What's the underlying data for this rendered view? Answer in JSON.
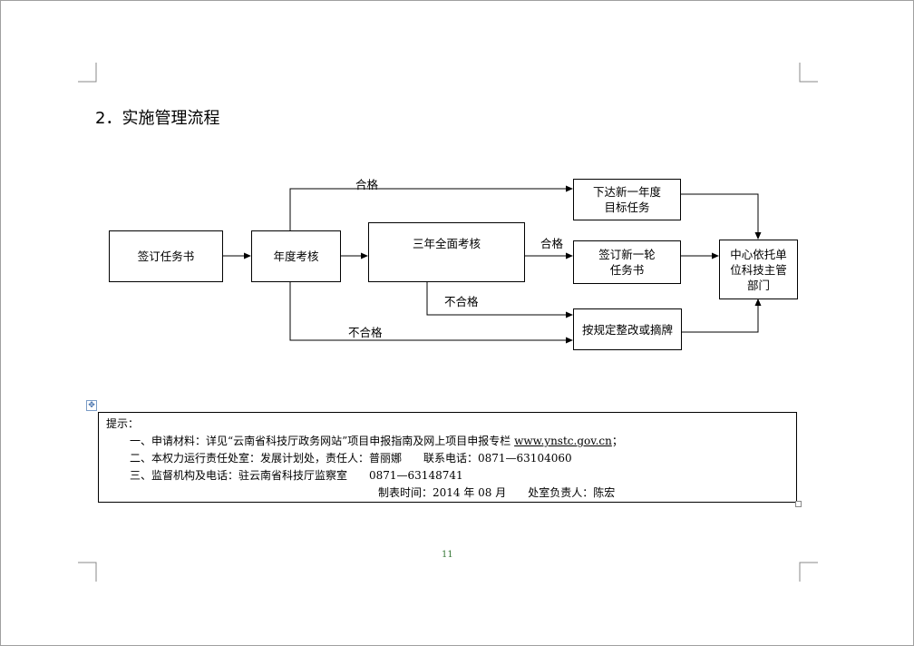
{
  "title": "2．实施管理流程",
  "flow": {
    "sign_task": "签订任务书",
    "annual_review": "年度考核",
    "three_year_review": "三年全面考核",
    "new_year_task": "下达新一年度\n目标任务",
    "new_round_task": "签订新一轮\n任务书",
    "rectify": "按规定整改或摘牌",
    "authority": "中心依托单\n位科技主管\n部门",
    "pass_top": "合格",
    "pass_mid": "合格",
    "fail_mid": "不合格",
    "fail_bottom": "不合格"
  },
  "tips": {
    "heading": "提示：",
    "line1_prefix": "一、申请材料：详见“云南省科技厅政务网站”项目申报指南及网上项目申报专栏 ",
    "line1_link": "www.ynstc.gov.cn",
    "line1_suffix": "；",
    "line2": "二、本权力运行责任处室：发展计划处，责任人：普丽娜　　联系电话：0871—63104060",
    "line3": "三、监督机构及电话：驻云南省科技厅监察室　　0871—63148741",
    "line4": "制表时间：2014 年 08 月　　处室负责人：陈宏"
  },
  "page_number": "11"
}
